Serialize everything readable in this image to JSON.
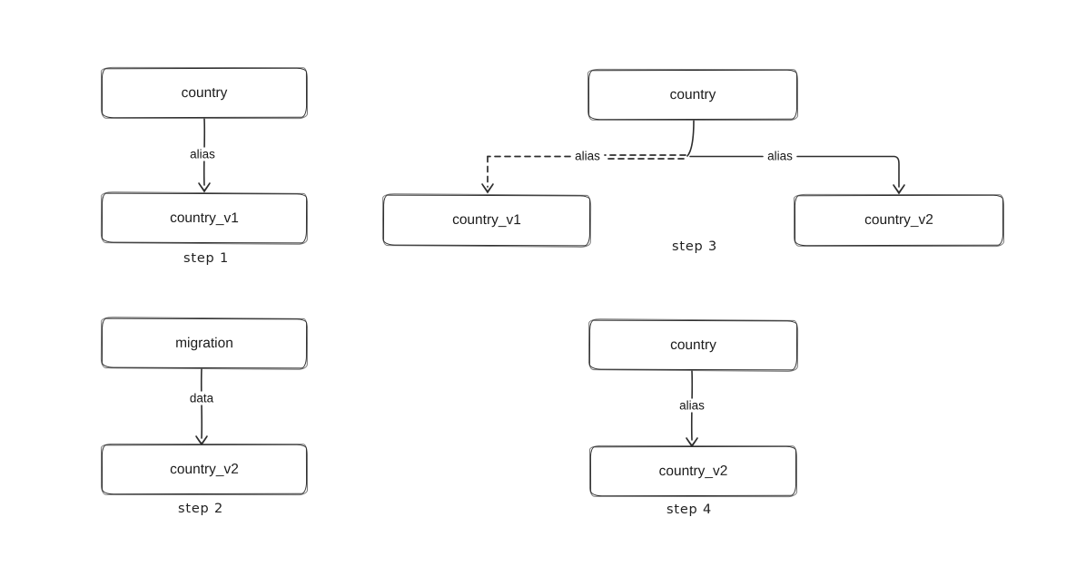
{
  "diagram": {
    "description_colors": {
      "background": "#ffffff",
      "stroke": "#2e2e2e",
      "text": "#1b1b1b"
    },
    "steps": [
      {
        "caption": "step 1",
        "nodes": [
          {
            "label": "country"
          },
          {
            "label": "country_v1"
          }
        ],
        "edges": [
          {
            "label": "alias",
            "style": "solid",
            "from": "country",
            "to": "country_v1"
          }
        ]
      },
      {
        "caption": "step 2",
        "nodes": [
          {
            "label": "migration"
          },
          {
            "label": "country_v2"
          }
        ],
        "edges": [
          {
            "label": "data",
            "style": "solid",
            "from": "migration",
            "to": "country_v2"
          }
        ]
      },
      {
        "caption": "step 3",
        "nodes": [
          {
            "label": "country"
          },
          {
            "label": "country_v1"
          },
          {
            "label": "country_v2"
          }
        ],
        "edges": [
          {
            "label": "alias",
            "style": "dashed",
            "from": "country",
            "to": "country_v1"
          },
          {
            "label": "alias",
            "style": "solid",
            "from": "country",
            "to": "country_v2"
          }
        ]
      },
      {
        "caption": "step 4",
        "nodes": [
          {
            "label": "country"
          },
          {
            "label": "country_v2"
          }
        ],
        "edges": [
          {
            "label": "alias",
            "style": "solid",
            "from": "country",
            "to": "country_v2"
          }
        ]
      }
    ]
  }
}
